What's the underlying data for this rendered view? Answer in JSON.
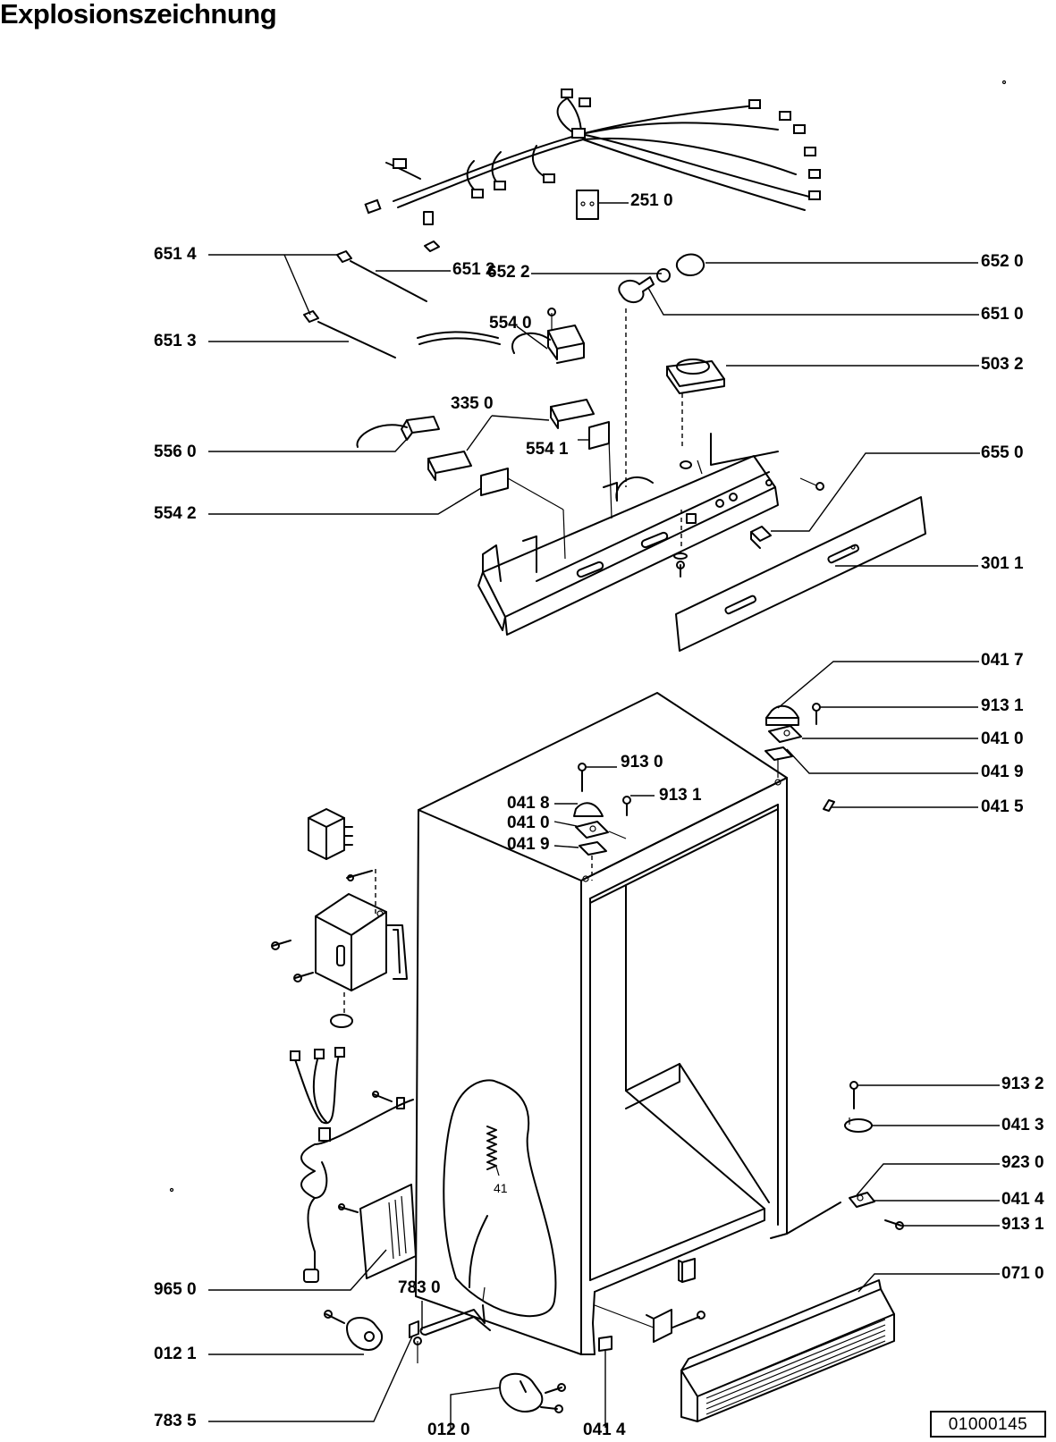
{
  "page": {
    "title": "Explosionszeichnung"
  },
  "labels": {
    "p2510": "251 0",
    "p6520": "652 0",
    "p6522": "652 2",
    "p6514": "651 4",
    "p6512": "651 2",
    "p6510": "651 0",
    "p6513": "651 3",
    "p5540": "554 0",
    "p5032": "503 2",
    "p3350": "335 0",
    "p5560": "556 0",
    "p5541": "554 1",
    "p6550": "655 0",
    "p5542": "554 2",
    "p3011": "301 1",
    "p0417": "041 7",
    "p9131a": "913 1",
    "p0410a": "041 0",
    "p0419a": "041 9",
    "p9130": "913 0",
    "p0418": "041 8",
    "p9131b": "913 1",
    "p0410b": "041 0",
    "p0419b": "041 9",
    "p0415": "041 5",
    "p41": "41",
    "p9132": "913 2",
    "p0413": "041 3",
    "p9230": "923 0",
    "p0414a": "041 4",
    "p9131c": "913 1",
    "p9650": "965 0",
    "p7830": "783 0",
    "p0710": "071 0",
    "p0121": "012 1",
    "p7835": "783 5",
    "p0120": "012 0",
    "p0414b": "041 4"
  },
  "doc_number": "01000145"
}
